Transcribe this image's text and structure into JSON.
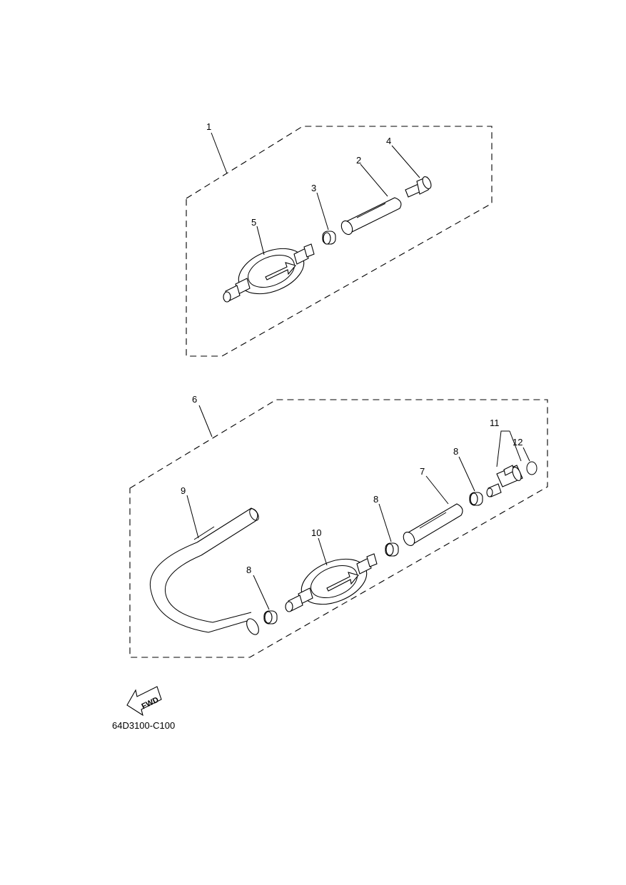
{
  "diagram": {
    "callouts": {
      "c1": "1",
      "c2": "2",
      "c3": "3",
      "c4": "4",
      "c5": "5",
      "c6": "6",
      "c7": "7",
      "c8a": "8",
      "c8b": "8",
      "c8c": "8",
      "c9": "9",
      "c10": "10",
      "c11": "11",
      "c12": "12"
    },
    "fwd_label": "FWD",
    "figure_code": "64D3100-C100"
  }
}
